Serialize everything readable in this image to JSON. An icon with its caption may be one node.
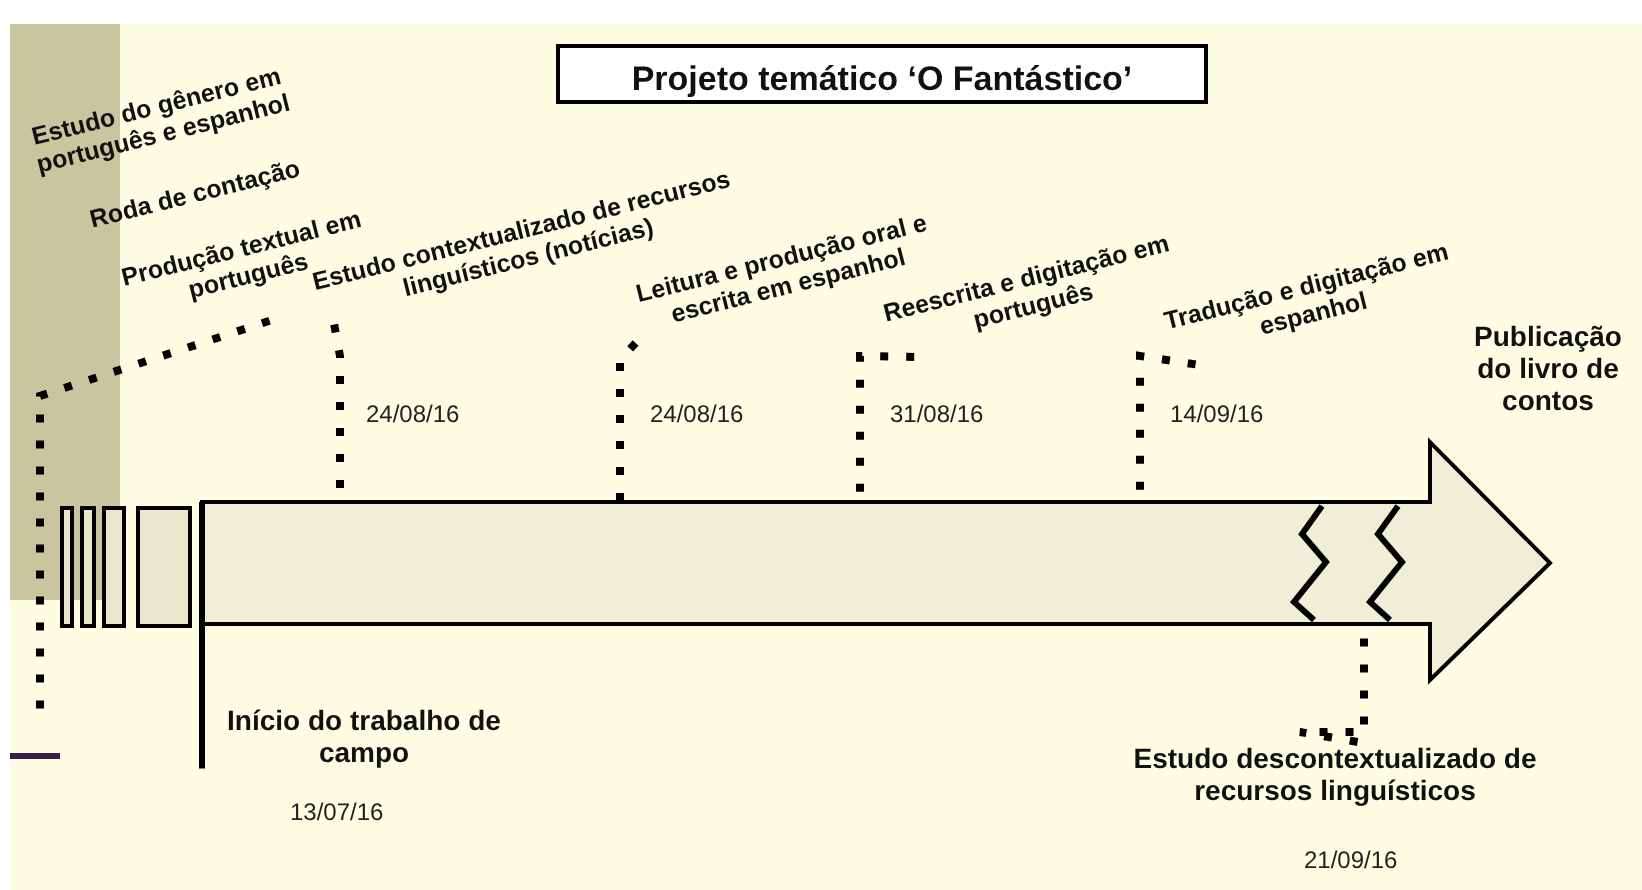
{
  "diagram": {
    "nodes": [
      {
        "text": [
          "Projeto temático ‘O Fantástico’"
        ]
      },
      {
        "text": [
          "Estudo do gênero em português e espanhol"
        ]
      },
      {
        "text": [
          "Roda de contação"
        ]
      },
      {
        "text": [
          "Produção textual em português"
        ]
      },
      {
        "text": [
          "Estudo contextualizado de recursos linguísticos (notícias)"
        ]
      },
      {
        "text": [
          "Leitura e produção oral e escrita em espanhol"
        ]
      },
      {
        "text": [
          "Reescrita e digitação em português"
        ]
      },
      {
        "text": [
          "Tradução e digitação em espanhol"
        ]
      },
      {
        "text": [
          "Publicação do livro de contos"
        ]
      },
      {
        "text": [
          "Início do trabalho de campo"
        ]
      },
      {
        "text": [
          "Estudo descontextualizado de recursos linguísticos"
        ]
      },
      {
        "text": [],
        "shape": "bar"
      },
      {
        "text": [],
        "shape": "box"
      },
      {
        "text": [],
        "shape": "box"
      },
      {
        "text": [],
        "shape": "box"
      },
      {
        "text": [],
        "shape": "box"
      },
      {
        "text": [],
        "shape": "arrow"
      }
    ],
    "edges": [
      {
        "from": 3,
        "to": null,
        "arrow": "none",
        "style": "dashed"
      },
      {
        "from": 4,
        "to": 16,
        "arrow": "none",
        "style": "dashed"
      },
      {
        "from": 5,
        "to": 16,
        "arrow": "none",
        "style": "dashed"
      },
      {
        "from": 6,
        "to": 16,
        "arrow": "none",
        "style": "dashed"
      },
      {
        "from": 7,
        "to": 16,
        "arrow": "none",
        "style": "dashed"
      },
      {
        "from": 10,
        "to": 16,
        "arrow": "none",
        "style": "dashed"
      },
      {
        "from": 9,
        "to": 16,
        "arrow": "none"
      }
    ],
    "labels": [
      "24/08/16",
      "24/08/16",
      "31/08/16",
      "14/09/16",
      "13/07/16",
      "21/09/16"
    ]
  }
}
